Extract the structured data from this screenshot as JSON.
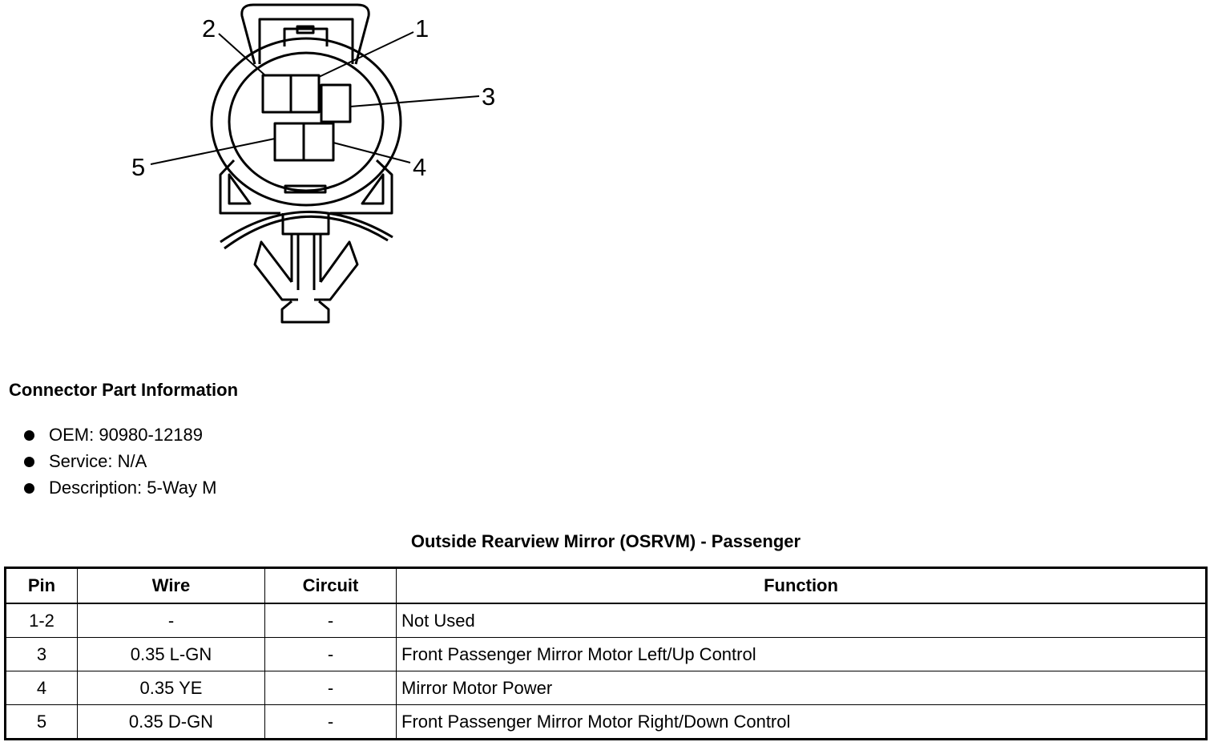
{
  "diagram": {
    "pin_labels": [
      "1",
      "2",
      "3",
      "4",
      "5"
    ]
  },
  "connector_info": {
    "title": "Connector Part Information",
    "items": [
      "OEM: 90980-12189",
      "Service: N/A",
      "Description: 5-Way M"
    ]
  },
  "table": {
    "title": "Outside Rearview Mirror (OSRVM) - Passenger",
    "headers": [
      "Pin",
      "Wire",
      "Circuit",
      "Function"
    ],
    "rows": [
      [
        "1-2",
        "-",
        "-",
        "Not Used"
      ],
      [
        "3",
        "0.35 L-GN",
        "-",
        "Front Passenger Mirror Motor Left/Up Control"
      ],
      [
        "4",
        "0.35 YE",
        "-",
        "Mirror Motor Power"
      ],
      [
        "5",
        "0.35 D-GN",
        "-",
        "Front Passenger Mirror Motor Right/Down Control"
      ]
    ]
  }
}
